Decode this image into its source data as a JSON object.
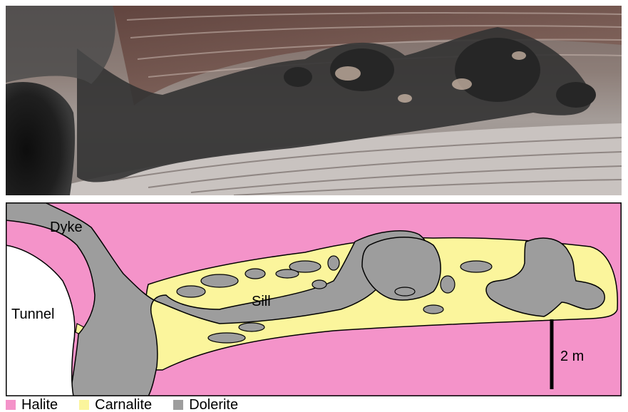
{
  "colors": {
    "halite": "#f493c9",
    "carnalite": "#fbf59c",
    "dolerite": "#9d9d9d",
    "tunnel": "#ffffff",
    "outline": "#000000"
  },
  "map": {
    "labels": {
      "dyke": "Dyke",
      "sill": "Sill",
      "tunnel": "Tunnel",
      "scale": "2 m"
    }
  },
  "legend": {
    "items": [
      {
        "label": "Halite",
        "color": "#f493c9"
      },
      {
        "label": "Carnalite",
        "color": "#fbf59c"
      },
      {
        "label": "Dolerite",
        "color": "#9d9d9d"
      }
    ]
  }
}
